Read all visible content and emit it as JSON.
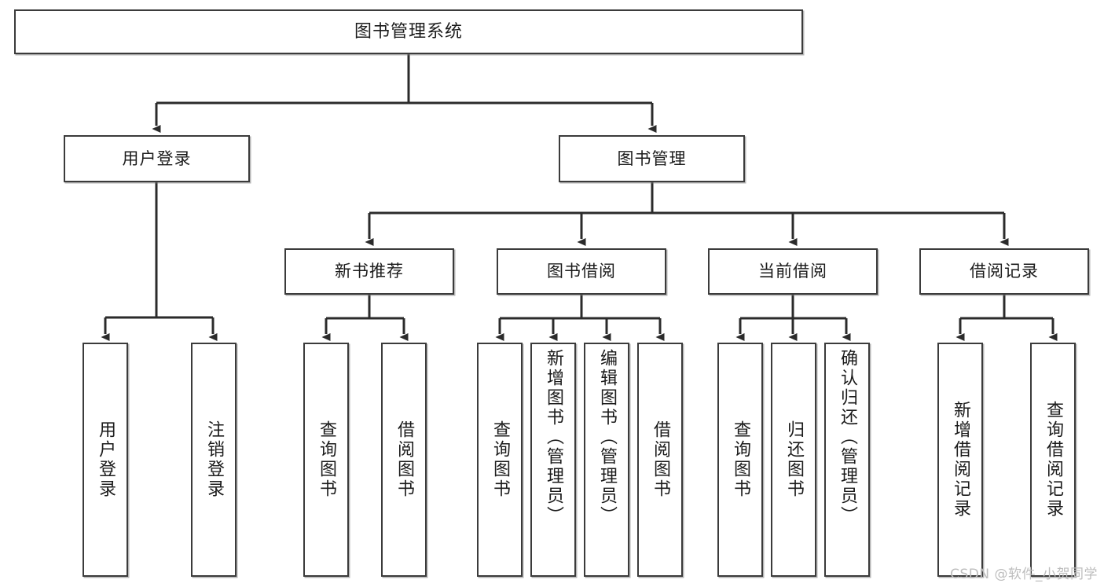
{
  "diagram": {
    "title": "图书管理系统",
    "type": "functional-structure-tree",
    "watermark": "CSDN @软件_小贺同学",
    "colors": {
      "box_border": "#3b3b3b",
      "box_fill": "#ffffff",
      "connector": "#2b2b2b",
      "text": "#1b1b1b",
      "watermark": "#bdbdbd"
    },
    "levels": {
      "level1": [
        {
          "id": "root",
          "label": "图书管理系统"
        }
      ],
      "level2": [
        {
          "id": "user-login",
          "label": "用户登录"
        },
        {
          "id": "book-management",
          "label": "图书管理"
        }
      ],
      "level3": [
        {
          "id": "new-book-recommend",
          "label": "新书推荐"
        },
        {
          "id": "book-borrow",
          "label": "图书借阅"
        },
        {
          "id": "current-borrow",
          "label": "当前借阅"
        },
        {
          "id": "borrow-record",
          "label": "借阅记录"
        }
      ],
      "level4": {
        "user-login": [
          {
            "id": "leaf-user-login",
            "label": "用户登录"
          },
          {
            "id": "leaf-user-logout",
            "label": "注销登录"
          }
        ],
        "new-book-recommend": [
          {
            "id": "leaf-query-book-1",
            "label": "查询图书"
          },
          {
            "id": "leaf-borrow-book-1",
            "label": "借阅图书"
          }
        ],
        "book-borrow": [
          {
            "id": "leaf-query-book-2",
            "label": "查询图书"
          },
          {
            "id": "leaf-add-book",
            "label": "新增图书（管理员）"
          },
          {
            "id": "leaf-edit-book",
            "label": "编辑图书（管理员）"
          },
          {
            "id": "leaf-borrow-book-2",
            "label": "借阅图书"
          }
        ],
        "current-borrow": [
          {
            "id": "leaf-query-book-3",
            "label": "查询图书"
          },
          {
            "id": "leaf-return-book",
            "label": "归还图书"
          },
          {
            "id": "leaf-confirm-return",
            "label": "确认归还（管理员）"
          }
        ],
        "borrow-record": [
          {
            "id": "leaf-add-record",
            "label": "新增借阅记录"
          },
          {
            "id": "leaf-query-record",
            "label": "查询借阅记录"
          }
        ]
      }
    }
  }
}
